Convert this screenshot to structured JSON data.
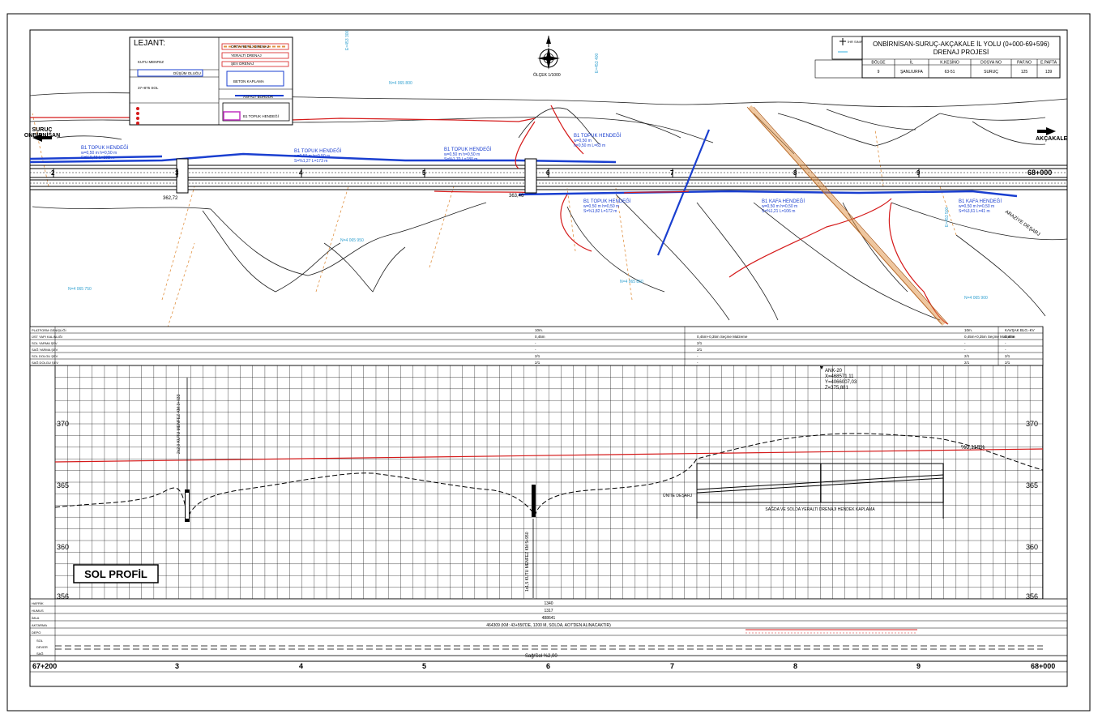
{
  "title_block": {
    "project_name": "ONBİRNİSAN-SURUÇ-AKÇAKALE İL YOLU (0+000-69+596)",
    "project_type": "DRENAJ PROJESİ",
    "headers": [
      "BÖLGE",
      "İL",
      "K.KESİNO",
      "DOSYA NO",
      "PAF.NO",
      "E.PAFTA"
    ],
    "values": [
      "9",
      "ŞANLIURFA",
      "63-51",
      "SURUÇ",
      "125",
      "139"
    ],
    "cross_label": "İHR SINIRI"
  },
  "legend": {
    "title": "LEJANT:",
    "items": [
      "ORTA REFÜJ DRENAJ",
      "YERALTI DRENAJ",
      "ŞEV DRENAJ",
      "BETON KAPLAMA",
      "B1 TOPUK HENDEĞİ",
      "DÜŞÜM OLUĞU",
      "ASFALT BORDÜR",
      "KUTU MENFEZ",
      "37+875 SOL"
    ]
  },
  "scale_label": "ÖLÇEK 1/1000",
  "directions": {
    "left_city": "SURUÇ\nONBİRNİSAN",
    "right_city": "AKÇAKALE"
  },
  "plan": {
    "station_end": "68+000",
    "stations": [
      "2",
      "3",
      "4",
      "5",
      "6",
      "7",
      "8",
      "9"
    ],
    "elev_left": "362,72",
    "elev_mid": "363,46",
    "ditch_labels": [
      {
        "name": "B1 TOPUK HENDEĞİ",
        "l1": "w=0,50 m  h=0,50 m",
        "l2": "S=%0,48  L=192 m"
      },
      {
        "name": "B1 TOPUK HENDEĞİ",
        "l1": "w=0,50 m  h=0,50 m",
        "l2": "S=%1,27  L=173 m"
      },
      {
        "name": "B1 TOPUK HENDEĞİ",
        "l1": "w=0,50 m  h=0,50 m",
        "l2": "S=%1,70  L=180 m"
      },
      {
        "name": "B1 TOPUK HENDEĞİ",
        "l1": "w=0,50 m",
        "l2": "h=0,50 m  L=63 m"
      },
      {
        "name": "B1 TOPUK HENDEĞİ",
        "l1": "w=0,50 m  h=0,50 m",
        "l2": "S=%1,82  L=172 m"
      },
      {
        "name": "B1 KAFA HENDEĞİ",
        "l1": "w=0,50 m  h=0,50 m",
        "l2": "S=%1,21  L=106 m"
      },
      {
        "name": "B1 KAFA HENDEĞİ",
        "l1": "w=0,50 m  h=0,50 m",
        "l2": "S=%3,61  L=41 m"
      }
    ],
    "outlet_label": "ARAZİYE DEŞARJ",
    "coord_labels": [
      "N=4 065 750",
      "N=4 065 800",
      "N=4 065 850",
      "N=4 065 900",
      "N=4 065 950",
      "E=453 300",
      "E=453 400",
      "E=453 500"
    ]
  },
  "info_rows": [
    {
      "label": "PLATFORM GENİŞLİĞİ",
      "cells": [
        "10m.",
        "",
        "10m.",
        "KAVŞAK BLG.-KV"
      ]
    },
    {
      "label": "ÜST YAPI KALINLIĞI",
      "cells": [
        "0,45m",
        "0,45m+0,35m Seçme Malzeme",
        "0,45m+0,35m Seçme Malzeme",
        "0,45m"
      ]
    },
    {
      "label": "SOL YARMA ŞEV",
      "cells": [
        "-",
        "2/1",
        "-",
        "-"
      ]
    },
    {
      "label": "SAĞ YARMA ŞEV",
      "cells": [
        "-",
        "2/1",
        "-",
        "-"
      ]
    },
    {
      "label": "SOL DOLGU ŞEV",
      "cells": [
        "2/1",
        "-",
        "2/1",
        "2/1"
      ]
    },
    {
      "label": "SAĞ DOLGU ŞEV",
      "cells": [
        "2/1",
        "-",
        "2/1",
        "2/1"
      ]
    }
  ],
  "profile": {
    "title": "SOL PROFİL",
    "y_ticks": [
      "370",
      "365",
      "360",
      "356"
    ],
    "slope_label": "%0,118%",
    "point_label": {
      "name": "ANK-20",
      "x": "X=468571,11",
      "y": "Y=4066007,03",
      "z": "Z=375,881"
    },
    "culvert_labels": [
      "2x2,0 KUTU MENFEZ  KM:3+033",
      "1x1,5 KUTU MENFEZ  KM:5+950"
    ],
    "note": "SAĞDA VE SOLDA YERALTI DRENAJI HENDEK KAPLAMA",
    "inlet": "ÜNİTE DEŞARJ"
  },
  "bottom_rows": {
    "rows": [
      {
        "label": "HAFRİK",
        "value": "1340"
      },
      {
        "label": "HUMUS",
        "value": "1317"
      },
      {
        "label": "İMLA",
        "value": "488641"
      },
      {
        "label": "AKTARMA",
        "value": "464309 (KM: 43+550'DE, 1200 M, SOLDA, AO7'DEN ALINACAKTIR)"
      },
      {
        "label": "DEPO",
        "value": ""
      }
    ],
    "curve_labels": [
      "SOL",
      "DEVER",
      "SAĞ"
    ],
    "slope_note": "Sağ/Sol  %2,00",
    "station_start": "67+200",
    "station_end": "68+000",
    "stations": [
      "3",
      "4",
      "5",
      "6",
      "7",
      "8",
      "9"
    ]
  }
}
